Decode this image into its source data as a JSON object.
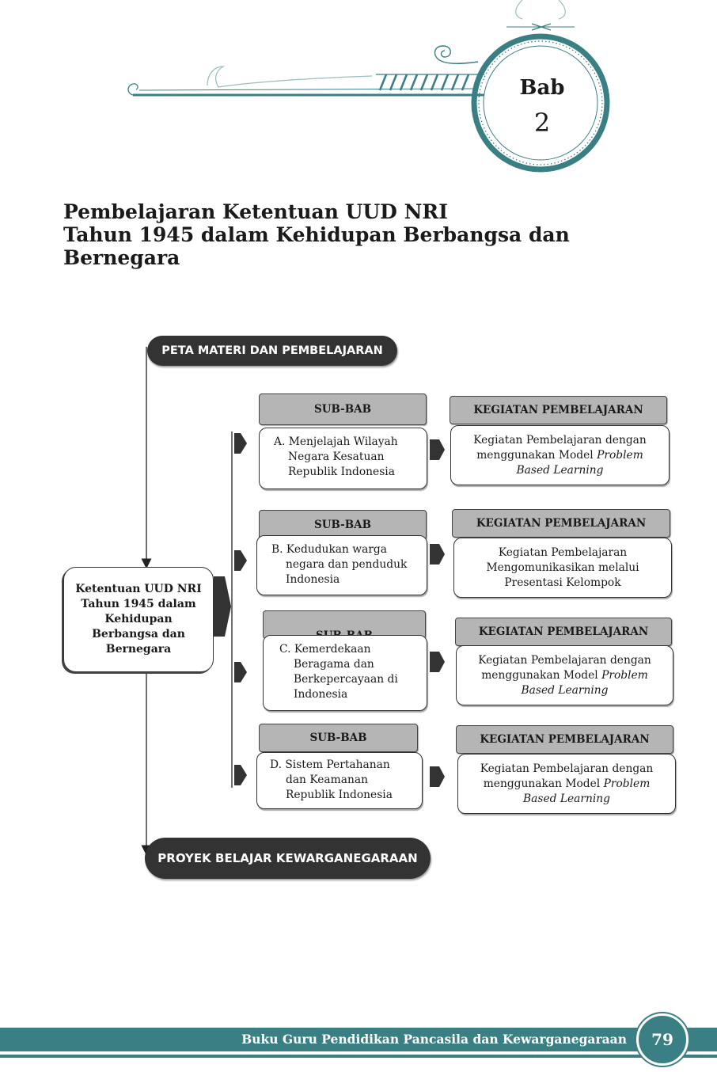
{
  "chapter": {
    "label": "Bab",
    "number": "2"
  },
  "title_lines": [
    "Pembelajaran Ketentuan UUD NRI",
    "Tahun 1945 dalam Kehidupan Berbangsa dan",
    "Bernegara"
  ],
  "diagram": {
    "top_pill": "PETA MATERI DAN PEMBELAJARAN",
    "bottom_pill": "PROYEK BELAJAR KEWARGANEGARAAN",
    "center_lines": [
      "Ketentuan UUD NRI",
      "Tahun 1945 dalam",
      "Kehidupan",
      "Berbangsa dan",
      "Bernegara"
    ],
    "rows": [
      {
        "sub_header": "SUB-BAB",
        "sub_lines": [
          "A. Menjelajah Wilayah",
          "Negara Kesatuan",
          "Republik Indonesia"
        ],
        "keg_header": "KEGIATAN PEMBELAJARAN",
        "keg_lines": [
          "Kegiatan Pembelajaran dengan",
          "menggunakan Model",
          "Problem",
          "Based Learning"
        ]
      },
      {
        "sub_header": "SUB-BAB",
        "sub_lines": [
          "B. Kedudukan warga",
          "negara dan penduduk",
          "Indonesia"
        ],
        "keg_header": "KEGIATAN PEMBELAJARAN",
        "keg_lines": [
          "Kegiatan Pembelajaran",
          "Mengomunikasikan melalui",
          "Presentasi Kelompok"
        ]
      },
      {
        "sub_header": "SUB-BAB",
        "sub_lines": [
          "C. Kemerdekaan",
          "Beragama dan",
          "Berkepercayaan di",
          "Indonesia"
        ],
        "keg_header": "KEGIATAN PEMBELAJARAN",
        "keg_lines": [
          "Kegiatan Pembelajaran dengan",
          "menggunakan Model",
          "Problem",
          "Based Learning"
        ]
      },
      {
        "sub_header": "SUB-BAB",
        "sub_lines": [
          "D. Sistem Pertahanan",
          "dan Keamanan",
          "Republik Indonesia"
        ],
        "keg_header": "KEGIATAN PEMBELAJARAN",
        "keg_lines": [
          "Kegiatan Pembelajaran dengan",
          "menggunakan Model",
          "Problem",
          "Based Learning"
        ]
      }
    ]
  },
  "footer": {
    "text": "Buku Guru Pendidikan Pancasila dan Kewarganegaraan",
    "page": "79"
  },
  "colors": {
    "teal": "#3a7f83",
    "pill": "#333333",
    "header_gray": "#b5b5b5"
  }
}
